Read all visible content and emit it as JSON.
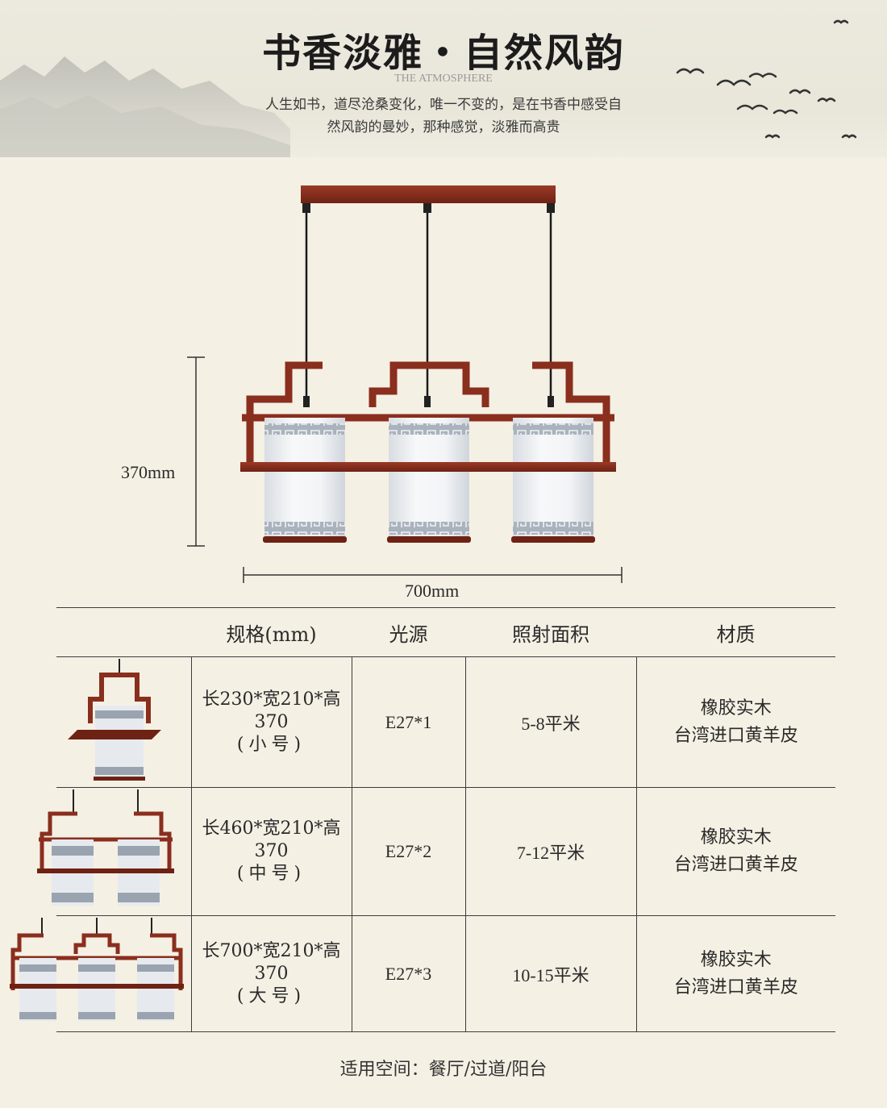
{
  "banner": {
    "headline": "书香淡雅・自然风韵",
    "subhead": "THE ATMOSPHERE",
    "intro_line1": "人生如书，道尽沧桑变化，唯一不变的，是在书香中感受自",
    "intro_line2": "然风韵的曼妙，那种感觉，淡雅而高贵"
  },
  "product": {
    "height_label": "370mm",
    "width_label": "700mm"
  },
  "table": {
    "headers": [
      "",
      "规格(mm)",
      "光源",
      "照射面积",
      "材质"
    ],
    "rows": [
      {
        "size": "长230*宽210*高370",
        "size_name": "(小号)",
        "light": "E27*1",
        "area": "5-8平米",
        "material_line1": "橡胶实木",
        "material_line2": "台湾进口黄羊皮"
      },
      {
        "size": "长460*宽210*高370",
        "size_name": "(中号)",
        "light": "E27*2",
        "area": "7-12平米",
        "material_line1": "橡胶实木",
        "material_line2": "台湾进口黄羊皮"
      },
      {
        "size": "长700*宽210*高370",
        "size_name": "(大号)",
        "light": "E27*3",
        "area": "10-15平米",
        "material_line1": "橡胶实木",
        "material_line2": "台湾进口黄羊皮"
      }
    ]
  },
  "footer": {
    "applicable_spaces": "适用空间：餐厅/过道/阳台"
  },
  "colors": {
    "wood": "#8a2e1e",
    "shade": "#eef0f2",
    "band": "#9aa4b0",
    "background": "#f5f0e4"
  }
}
